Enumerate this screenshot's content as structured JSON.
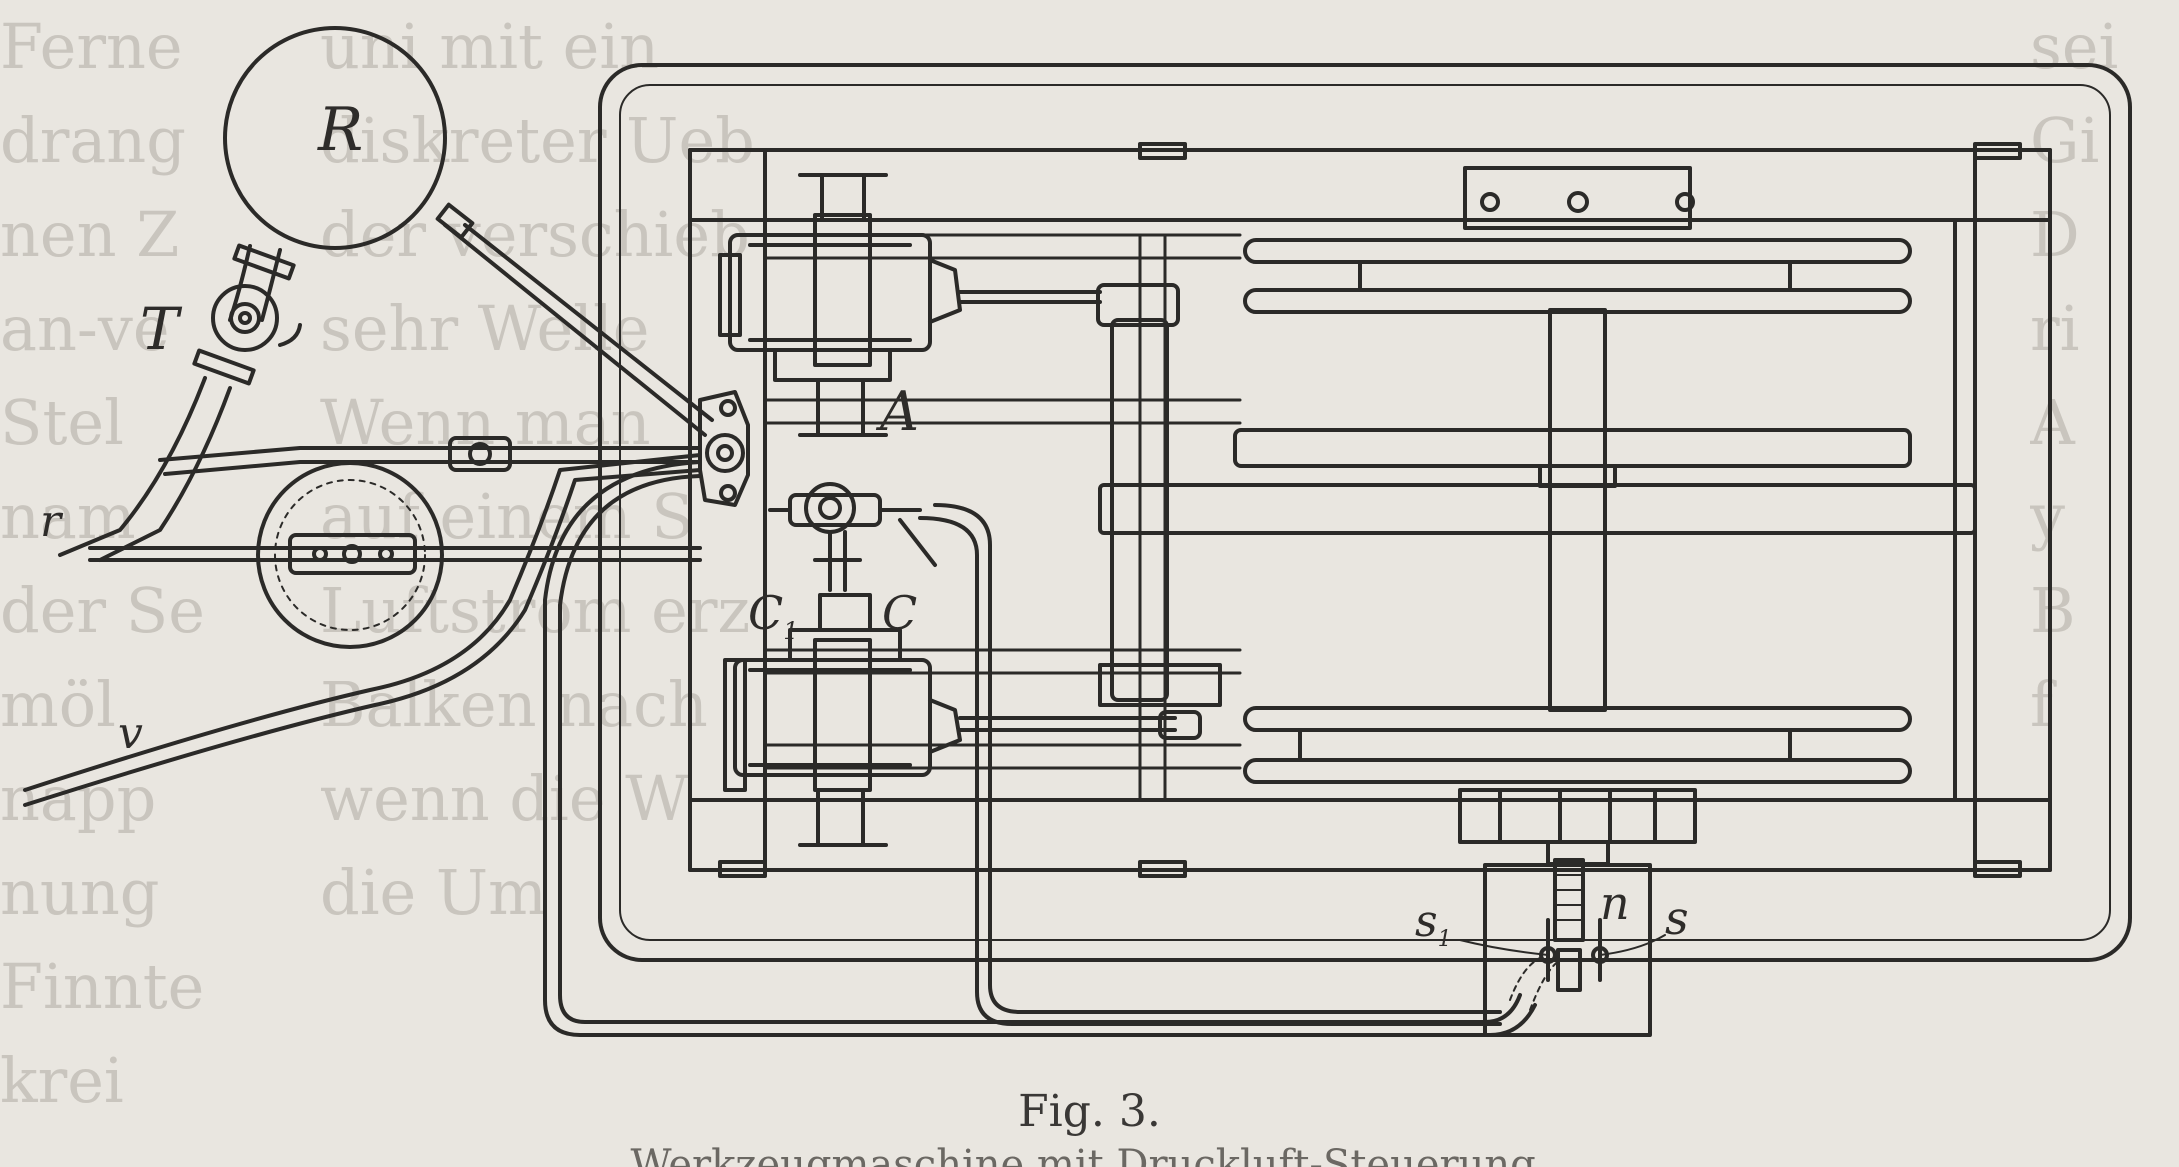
{
  "figure": {
    "caption": "Fig. 3.",
    "caption_below": "Werkzeugmaschine mit Druckluft-Steuerung.",
    "labels": {
      "reservoir": "R",
      "cock": "T",
      "slide_a": "A",
      "valve_c1": "C",
      "valve_c1_sub": "1",
      "valve_c": "C",
      "pipe_r": "r",
      "pipe_v": "v",
      "switch_s1": "s",
      "switch_s1_sub": "1",
      "switch_n": "n",
      "switch_s": "s"
    }
  },
  "ghost_text": {
    "left_column": "Ferne\ndrang\nnen Z\nan-ve\nStel\nnam\nder Se\nmöl\nnapp\nnung\nFinnte\nkrei",
    "middle_column": "uni mit ein\ndiskreter Ueb\nder verschieb\nsehr Welle\nWenn man\nauf einem S\nLuftstrom erz\nBalken nach\nwenn die W\ndie Um",
    "right_column": "sei\nGi\nD\nri\nA\ny\nB\nf"
  },
  "colors": {
    "paper": "#e9e6e0",
    "ink": "#2b2a28",
    "ghost": "#c9c5be"
  }
}
